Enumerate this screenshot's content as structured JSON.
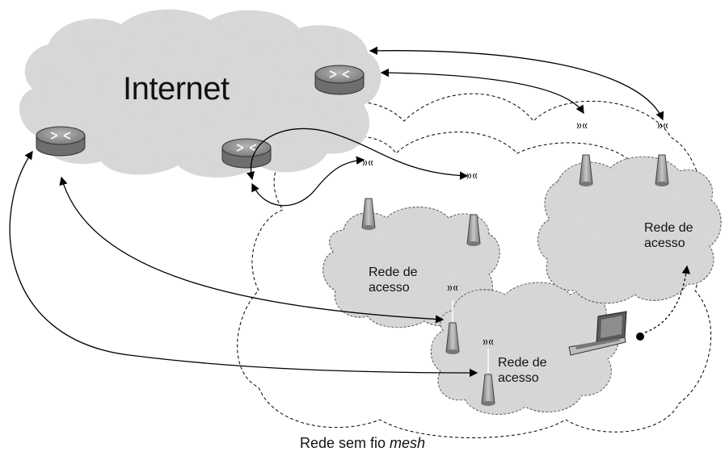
{
  "internet_label": "Internet",
  "access_networks": [
    {
      "line1": "Rede de",
      "line2": "acesso"
    },
    {
      "line1": "Rede de",
      "line2": "acesso"
    },
    {
      "line1": "Rede de",
      "line2": "acesso"
    }
  ],
  "caption": {
    "text": "Rede sem fio ",
    "emphasis": "mesh"
  },
  "colors": {
    "cloud": "#d9d9d9",
    "router": "#8a8a8a",
    "line": "#000000"
  }
}
